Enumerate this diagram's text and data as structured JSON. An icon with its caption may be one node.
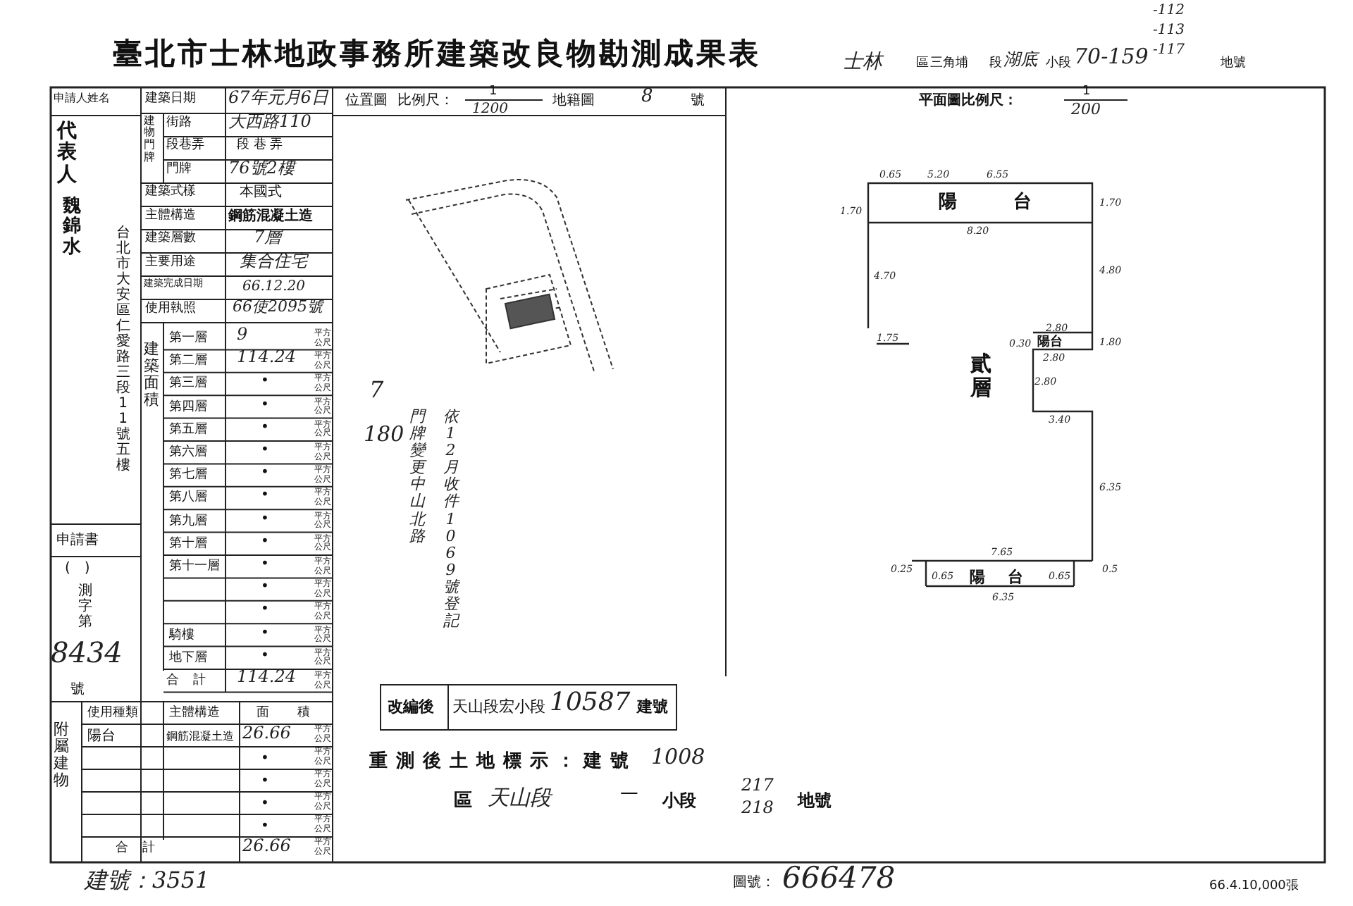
{
  "diagram": {
    "title": "臺北市士林地政事務所建築改良物勘測成果表",
    "labels": [
      "士林",
      "區",
      "三角埔",
      "段",
      "湖底",
      "小段",
      "70-159",
      "-112",
      "-113",
      "-117",
      "地號",
      "申請人姓名",
      "代表人",
      "魏錦水",
      "台北市大安區仁愛路三段11號五樓",
      "建築日期",
      "67年元月6日",
      "建物門牌",
      "街路",
      "大西路110",
      "段巷弄",
      "段 巷 弄",
      "門牌",
      "76號2樓",
      "建築式樣",
      "本國式",
      "主體構造",
      "鋼筋混凝土造",
      "建築層數",
      "7層",
      "主要用途",
      "集合住宅",
      "建築完成日期",
      "66.12.20",
      "使用執照",
      "66使2095號",
      "建築面積",
      "第一層",
      "9",
      "平方公尺",
      "第二層",
      "114.24",
      "平方公尺",
      "第三層",
      "•",
      "平方公尺",
      "第四層",
      "•",
      "平方公尺",
      "第五層",
      "•",
      "平方公尺",
      "第六層",
      "•",
      "平方公尺",
      "第七層",
      "•",
      "平方公尺",
      "第八層",
      "•",
      "平方公尺",
      "第九層",
      "•",
      "平方公尺",
      "第十層",
      "•",
      "平方公尺",
      "第十一層",
      "•",
      "平方公尺",
      "•",
      "平方公尺",
      "•",
      "平方公尺",
      "騎樓",
      "•",
      "平方公尺",
      "地下層",
      "•",
      "平方公尺",
      "合計",
      "114.24",
      "平方公尺",
      "申請書",
      "(　)",
      "測字第",
      "8434",
      "號",
      "附屬建物",
      "使用種類",
      "主體構造",
      "面積",
      "陽台",
      "鋼筋混凝土造",
      "26.66",
      "平方公尺",
      "•",
      "平方公尺",
      "•",
      "平方公尺",
      "•",
      "平方公尺",
      "•",
      "平方公尺",
      "合計",
      "26.66",
      "平方公尺",
      "建號：3551",
      "位置圖",
      "比例尺：",
      "1",
      "1200",
      "地籍圖",
      "8",
      "號",
      "7",
      "180",
      "門牌變更中山北路",
      "依12月收件1069號登記",
      "改編後",
      "天山段宏小段",
      "10587",
      "建號",
      "重測後土地標示：建號",
      "1008",
      "區",
      "天山段",
      "一",
      "小段",
      "217",
      "218",
      "地號",
      "圖號：",
      "666478",
      "66.4.10,000張",
      "平面圖比例尺：",
      "1",
      "200",
      "陽台",
      "陽台",
      "貳層",
      "陽台",
      "0.65",
      "5.20",
      "6.55",
      "1.70",
      "1.70",
      "8.20",
      "4.70",
      "4.80",
      "1.75",
      "2.80",
      "0.30",
      "1.80",
      "2.80",
      "2.80",
      "3.40",
      "6.35",
      "7.65",
      "0.25",
      "0.65",
      "6.35",
      "0.5",
      "0.65"
    ]
  }
}
